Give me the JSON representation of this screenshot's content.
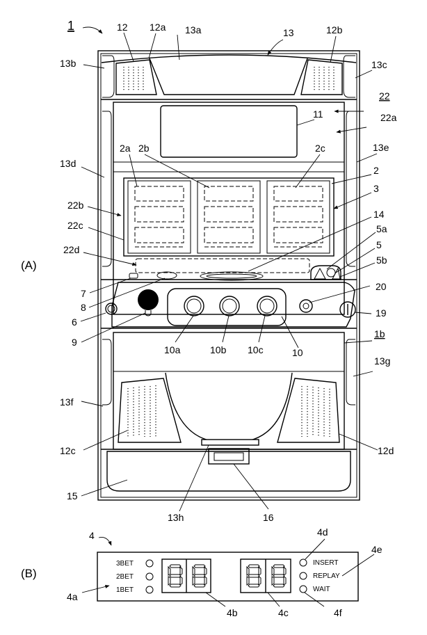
{
  "figure_labels": {
    "a": "(A)",
    "b": "(B)"
  },
  "machine": {
    "main_ref": "1",
    "refs": {
      "r12": "12",
      "r12a": "12a",
      "r13a": "13a",
      "r13": "13",
      "r12b": "12b",
      "r13b": "13b",
      "r13c": "13c",
      "r22": "22",
      "r11": "11",
      "r22a": "22a",
      "r2a": "2a",
      "r2b": "2b",
      "r2c": "2c",
      "r13e": "13e",
      "r13d": "13d",
      "r2": "2",
      "r3": "3",
      "r22b": "22b",
      "r22c": "22c",
      "r14": "14",
      "r5a": "5a",
      "r5": "5",
      "r22d": "22d",
      "r5b": "5b",
      "r7": "7",
      "r20": "20",
      "r8": "8",
      "r19": "19",
      "r6": "6",
      "r9": "9",
      "r10a": "10a",
      "r10b": "10b",
      "r10c": "10c",
      "r10": "10",
      "r1b": "1b",
      "r13g": "13g",
      "r13f": "13f",
      "r12c": "12c",
      "r12d": "12d",
      "r15": "15",
      "r13h": "13h",
      "r16": "16"
    }
  },
  "display_panel": {
    "refs": {
      "r4": "4",
      "r4d": "4d",
      "r4e": "4e",
      "r4a": "4a",
      "r4b": "4b",
      "r4c": "4c",
      "r4f": "4f"
    },
    "bet_labels": [
      "3BET",
      "2BET",
      "1BET"
    ],
    "status_labels": [
      "INSERT",
      "REPLAY",
      "WAIT"
    ]
  }
}
